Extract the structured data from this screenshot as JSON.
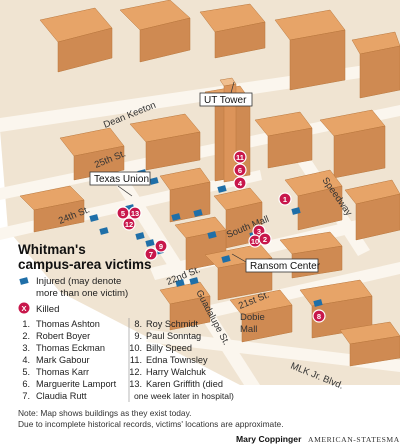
{
  "legend": {
    "title_line1": "Whitman's",
    "title_line2": "campus-area victims",
    "injured_label": "Injured (may denote",
    "injured_label_2": "more than one victim)",
    "killed_label": "Killed",
    "killed_marker_symbol": "X",
    "injured_color": "#1f6fa8",
    "killed_color": "#c8174b"
  },
  "victims": [
    {
      "num": "1.",
      "name": "Thomas Ashton"
    },
    {
      "num": "2.",
      "name": "Robert Boyer"
    },
    {
      "num": "3.",
      "name": "Thomas Eckman"
    },
    {
      "num": "4.",
      "name": "Mark Gabour"
    },
    {
      "num": "5.",
      "name": "Thomas Karr"
    },
    {
      "num": "6.",
      "name": "Marguerite Lamport"
    },
    {
      "num": "7.",
      "name": "Claudia Rutt"
    },
    {
      "num": "8.",
      "name": "Roy Schmidt"
    },
    {
      "num": "9.",
      "name": "Paul Sonntag"
    },
    {
      "num": "10.",
      "name": "Billy Speed"
    },
    {
      "num": "11.",
      "name": "Edna Townsley"
    },
    {
      "num": "12.",
      "name": "Harry Walchuk"
    },
    {
      "num": "13.",
      "name": "Karen Griffith (died"
    },
    {
      "num": "",
      "name": "one week later in hospital)"
    }
  ],
  "landmarks": {
    "ut_tower": "UT Tower",
    "texas_union": "Texas Union",
    "ransom_center": "Ransom Center"
  },
  "streets": {
    "dean_keeton": "Dean Keeton",
    "st_25": "25th St.",
    "st_24": "24th St.",
    "st_22": "22nd St.",
    "st_21": "21st St.",
    "speedway": "Speedway",
    "south_mall": "South Mall",
    "guadalupe": "Guadalupe St.",
    "dobie_1": "Dobie",
    "dobie_2": "Mall",
    "mlk": "MLK Jr. Blvd."
  },
  "killed_markers": [
    "11",
    "6",
    "4",
    "1",
    "3",
    "10",
    "2",
    "5",
    "13",
    "12",
    "9",
    "7",
    "8"
  ],
  "notes": {
    "line1": "Note: Map shows buildings as they exist today.",
    "line2": "Due to incomplete historical records, victims' locations are approximate."
  },
  "credit": {
    "name": "Mary Coppinger",
    "org": "AMERICAN-STATESMAN"
  }
}
